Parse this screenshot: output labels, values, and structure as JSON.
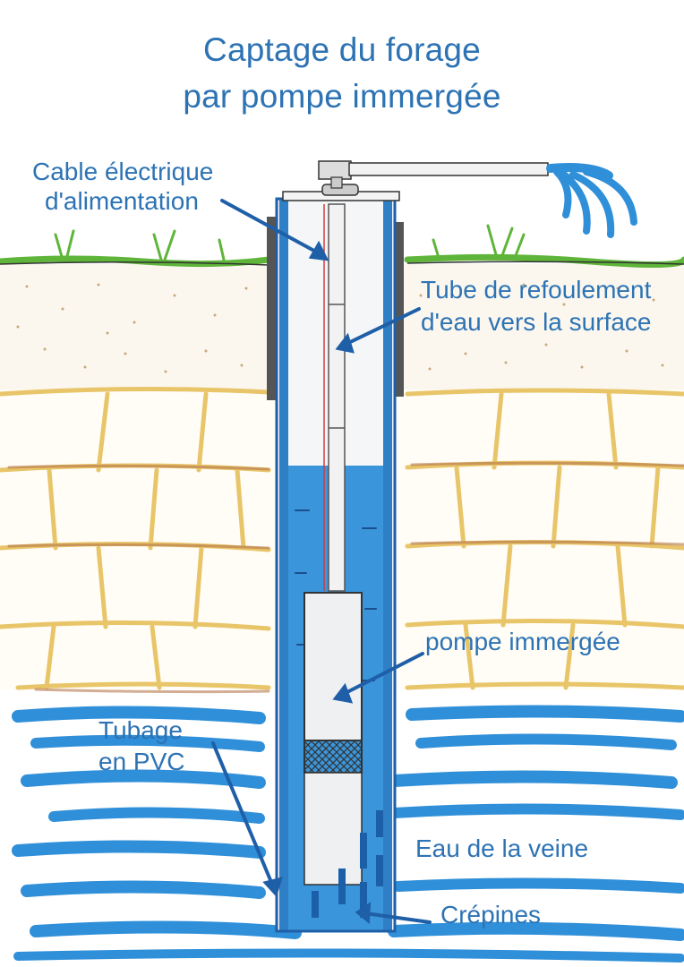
{
  "title": {
    "line1": "Captage du forage",
    "line2": "par pompe immergée"
  },
  "labels": {
    "cable_line1": "Cable électrique",
    "cable_line2": "d'alimentation",
    "tube_line1": "Tube de refoulement",
    "tube_line2": "d'eau vers la surface",
    "pump": "pompe immergée",
    "casing_line1": "Tubage",
    "casing_line2": "en PVC",
    "vein_water": "Eau de la veine",
    "screens": "Crépines"
  },
  "colors": {
    "text": "#2d73b4",
    "water": "#2f8fd8",
    "grass": "#5fb53a",
    "rock_outline": "#e9c56a",
    "soil_dots": "#c9a87a",
    "casing_edge": "#1f5fa8"
  }
}
